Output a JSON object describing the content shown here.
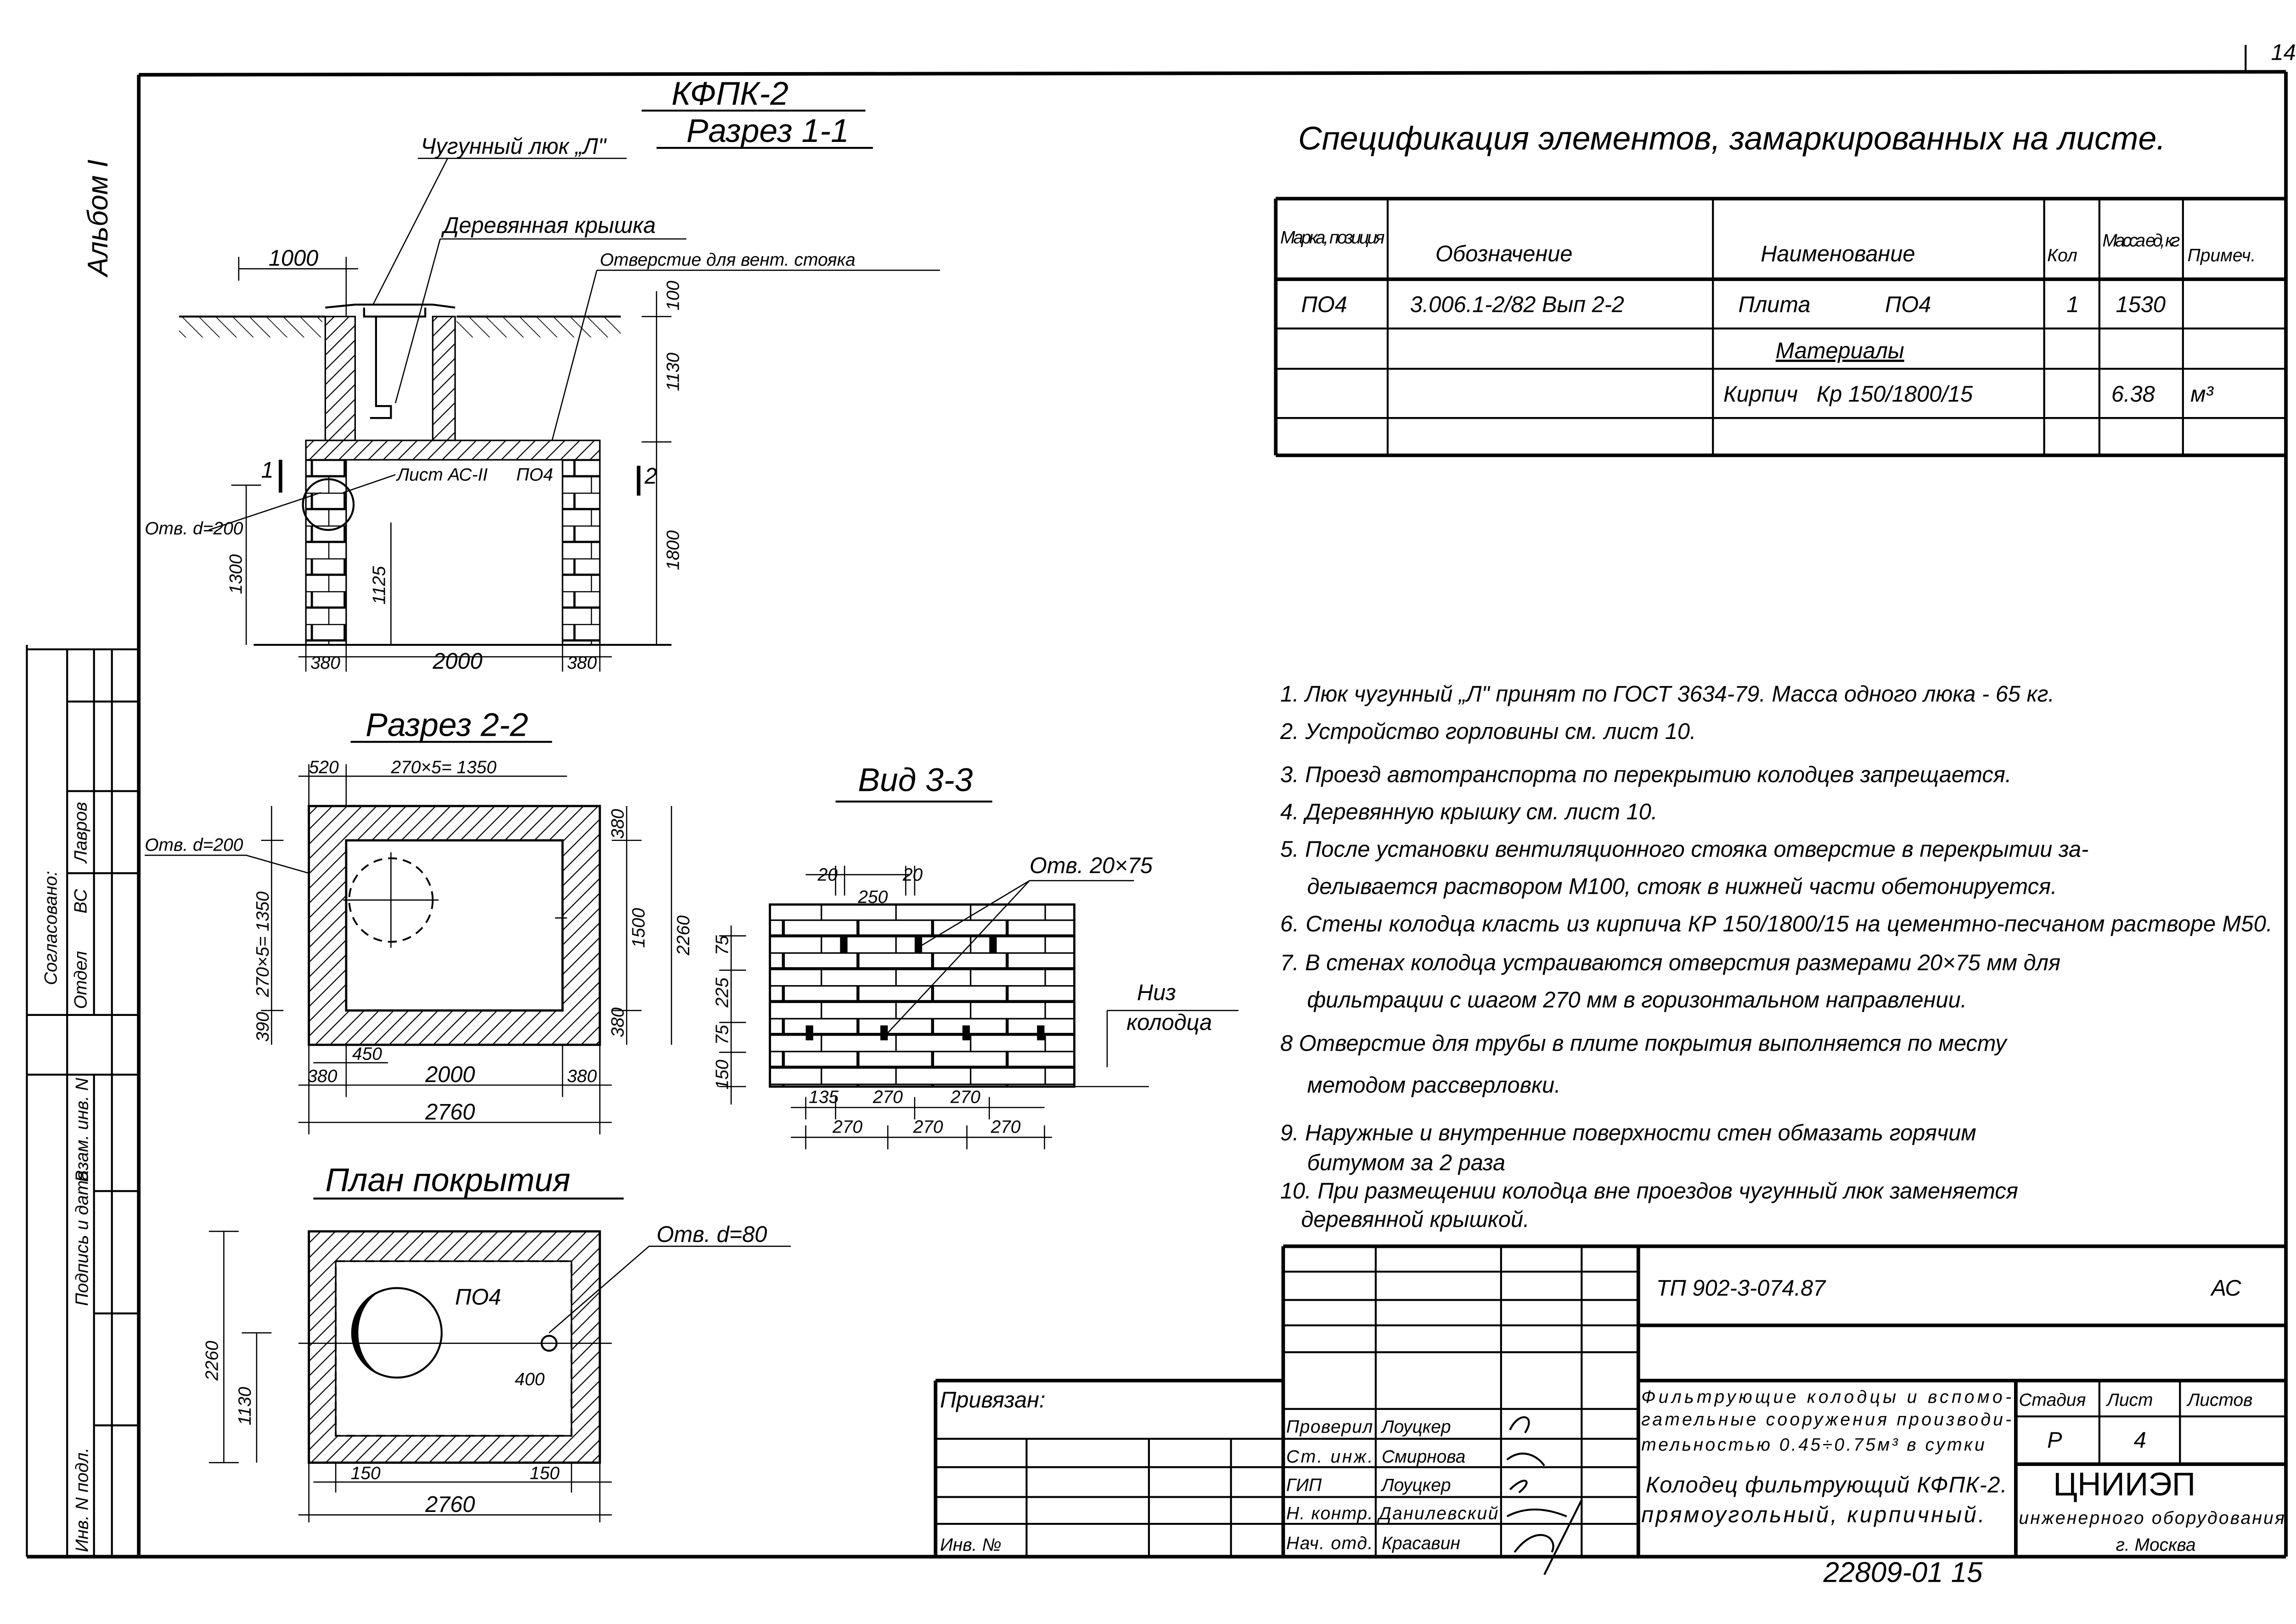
{
  "sheet": {
    "corner_number": "14",
    "album": "Альбом I",
    "archive_number": "22809-01   15"
  },
  "left_strip": {
    "agreed": "Согласовано:",
    "dept": "Отдел",
    "dept_code": "ВС",
    "dept_person": "Лавров",
    "replace_inv": "Взам. инв. N",
    "sign_date": "Подпись и дата",
    "inv_orig": "Инв. N подл."
  },
  "section_1_1": {
    "mark": "КФПК-2",
    "title": "Разрез 1-1",
    "hatch_label": "Чугунный люк „Л\"",
    "wooden_cover": "Деревянная крышка",
    "vent_hole": "Отверстие для вент. стояка",
    "hole": "Отв. d=200",
    "sheet_ref": "Лист АС-II",
    "slab": "ПО4",
    "cut_1": "1",
    "cut_2": "2",
    "dims": {
      "top": "1000",
      "neck_top": "100",
      "neck": "1130",
      "height": "1800",
      "hole_h": "1300",
      "inner": "1125",
      "wall_l": "380",
      "span": "2000",
      "wall_r": "380"
    }
  },
  "section_2_2": {
    "title": "Разрез 2-2",
    "hole": "Отв. d=200",
    "dims": {
      "top_a": "520",
      "top_b": "270×5= 1350",
      "left_v": "270×5= 1350",
      "left_b": "390",
      "right_t": "380",
      "right_m": "1500",
      "right_b": "380",
      "overall_v": "2260",
      "hole_off": "450",
      "bot_l": "380",
      "bot_m": "2000",
      "bot_r": "380",
      "overall_h": "2760"
    }
  },
  "plan": {
    "title": "План покрытия",
    "hole": "Отв. d=80",
    "slab": "ПО4",
    "dims": {
      "v_total": "2260",
      "v_half": "1130",
      "hole_off": "400",
      "left": "150",
      "right": "150",
      "total": "2760"
    }
  },
  "view_3_3": {
    "title": "Вид 3-3",
    "opening": "Отв. 20×75",
    "bottom": "Низ",
    "bottom2": "колодца",
    "dims": {
      "g1": "20",
      "g2": "20",
      "brick": "250",
      "v1": "75",
      "v2": "225",
      "v3": "75",
      "v4": "150",
      "b1": "135",
      "b2": "270",
      "b3": "270",
      "c1": "270",
      "c2": "270",
      "c3": "270"
    }
  },
  "spec": {
    "title": "Спецификация элементов, замаркированных на листе.",
    "headers": [
      "Марка, позиция",
      "Обозначение",
      "Наименование",
      "Кол",
      "Масса ед, кг",
      "Примеч."
    ],
    "rows": [
      {
        "mark": "ПО4",
        "designation": "3.006.1-2/82 Вып 2-2",
        "name": "Плита            ПО4",
        "qty": "1",
        "mass": "1530",
        "note": ""
      },
      {
        "mark": "",
        "designation": "",
        "name": "Материалы",
        "qty": "",
        "mass": "",
        "note": ""
      },
      {
        "mark": "",
        "designation": "",
        "name": "Кирпич   Кр 150/1800/15",
        "qty": "",
        "mass": "6.38",
        "note": "м³"
      },
      {
        "mark": "",
        "designation": "",
        "name": "",
        "qty": "",
        "mass": "",
        "note": ""
      }
    ]
  },
  "notes": [
    "1. Люк чугунный „Л\" принят по ГОСТ 3634-79. Масса одного люка - 65 кг.",
    "2. Устройство горловины  см. лист  10.",
    "3. Проезд автотранспорта по перекрытию колодцев запрещается.",
    "4. Деревянную крышку  см. лист  10.",
    "5. После установки вентиляционного стояка отверстие в перекрытии за-",
    "делывается раствором М100, стояк в нижней части обетонируется.",
    "6. Стены колодца класть из кирпича КР 150/1800/15 на цементно-песчаном растворе М50.",
    "7. В стенах колодца устраиваются отверстия размерами 20×75 мм для",
    "фильтрации с шагом 270 мм в горизонтальном направлении.",
    "8 Отверстие для трубы в плите покрытия выполняется по месту",
    "методом рассверловки.",
    "9. Наружные и внутренние поверхности стен обмазать горячим",
    "битумом за 2 раза",
    "10. При размещении колодца вне проездов чугунный люк заменяется",
    "деревянной крышкой."
  ],
  "title_block": {
    "code": "ТП 902-3-074.87",
    "section": "АС",
    "bound": "Привязан:",
    "inv": "Инв. №",
    "signers": [
      {
        "role": "Проверил",
        "name": "Лоуцкер"
      },
      {
        "role": "Ст. инж.",
        "name": "Смирнова"
      },
      {
        "role": "ГИП",
        "name": "Лоуцкер"
      },
      {
        "role": "Н. контр.",
        "name": "Данилевский"
      },
      {
        "role": "Нач. отд.",
        "name": "Красавин"
      }
    ],
    "project": [
      "Фильтрующие колодцы и вспомо-",
      "гательные сооружения производи-",
      "тельностью 0.45÷0.75м³ в сутки"
    ],
    "drawing": [
      "Колодец фильтрующий КФПК-2.",
      "прямоугольный, кирпичный."
    ],
    "stage_h": "Стадия",
    "sheet_h": "Лист",
    "sheets_h": "Листов",
    "stage": "Р",
    "sheet": "4",
    "org": "ЦНИИЭП",
    "org2": "инженерного оборудования",
    "city": "г. Москва"
  }
}
